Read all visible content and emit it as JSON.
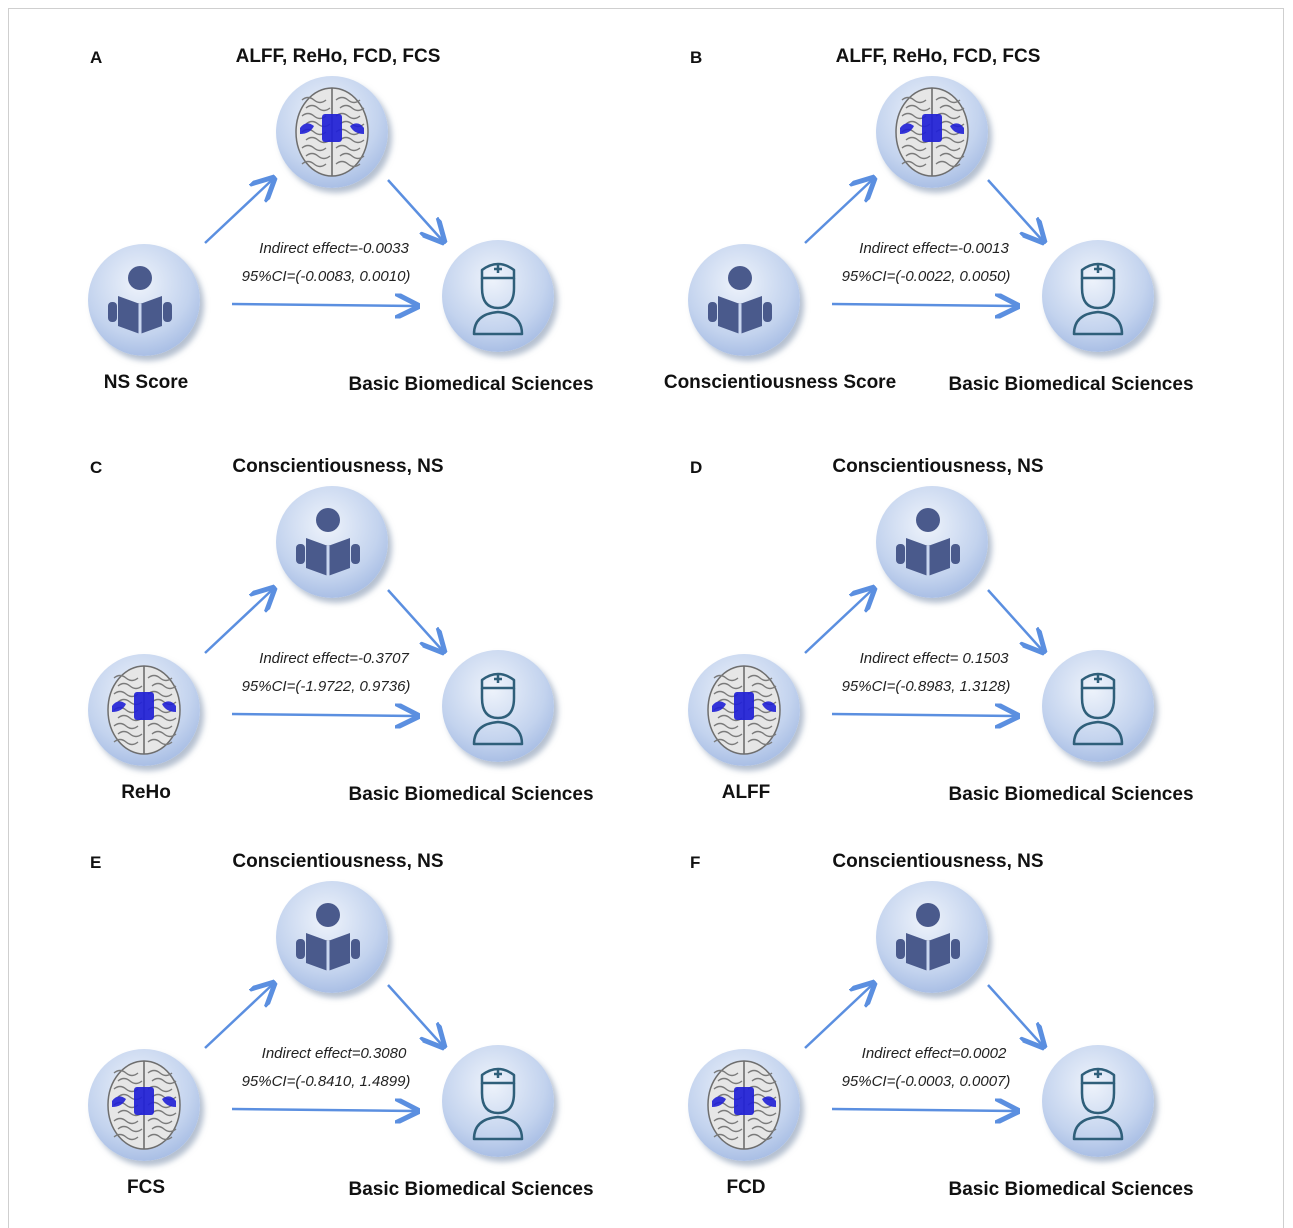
{
  "figure": {
    "panels": [
      {
        "letter": "A",
        "mediator": "ALFF, ReHo, FCD, FCS",
        "mediator_icon": "brain-icon",
        "predictor": "NS Score",
        "predictor_icon": "reader-icon",
        "outcome": "Basic Biomedical Sciences",
        "outcome_icon": "doctor-icon",
        "indirect_effect": "Indirect effect=-0.0033",
        "ci": "95%CI=(-0.0083, 0.0010)"
      },
      {
        "letter": "B",
        "mediator": "ALFF, ReHo, FCD, FCS",
        "mediator_icon": "brain-icon",
        "predictor": "Conscientiousness Score",
        "predictor_icon": "reader-icon",
        "outcome": "Basic Biomedical Sciences",
        "outcome_icon": "doctor-icon",
        "indirect_effect": "Indirect effect=-0.0013",
        "ci": "95%CI=(-0.0022, 0.0050)"
      },
      {
        "letter": "C",
        "mediator": "Conscientiousness, NS",
        "mediator_icon": "reader-icon",
        "predictor": "ReHo",
        "predictor_icon": "brain-icon",
        "outcome": "Basic Biomedical Sciences",
        "outcome_icon": "doctor-icon",
        "indirect_effect": "Indirect effect=-0.3707",
        "ci": "95%CI=(-1.9722, 0.9736)"
      },
      {
        "letter": "D",
        "mediator": "Conscientiousness, NS",
        "mediator_icon": "reader-icon",
        "predictor": "ALFF",
        "predictor_icon": "brain-icon",
        "outcome": "Basic Biomedical Sciences",
        "outcome_icon": "doctor-icon",
        "indirect_effect": "Indirect effect= 0.1503",
        "ci": "95%CI=(-0.8983, 1.3128)"
      },
      {
        "letter": "E",
        "mediator": "Conscientiousness, NS",
        "mediator_icon": "reader-icon",
        "predictor": "FCS",
        "predictor_icon": "brain-icon",
        "outcome": "Basic Biomedical Sciences",
        "outcome_icon": "doctor-icon",
        "indirect_effect": "Indirect effect=0.3080",
        "ci": "95%CI=(-0.8410, 1.4899)"
      },
      {
        "letter": "F",
        "mediator": "Conscientiousness, NS",
        "mediator_icon": "reader-icon",
        "predictor": "FCD",
        "predictor_icon": "brain-icon",
        "outcome": "Basic Biomedical Sciences",
        "outcome_icon": "doctor-icon",
        "indirect_effect": "Indirect effect=0.0002",
        "ci": "95%CI=(-0.0003, 0.0007)"
      }
    ],
    "colors": {
      "arrow": "#5b8fe0",
      "node_edge": "#8ea9db",
      "brain_highlight": "#1f1fd6",
      "icon_stroke": "#2f5f7a",
      "reader_fill": "#4a5a8c"
    }
  }
}
